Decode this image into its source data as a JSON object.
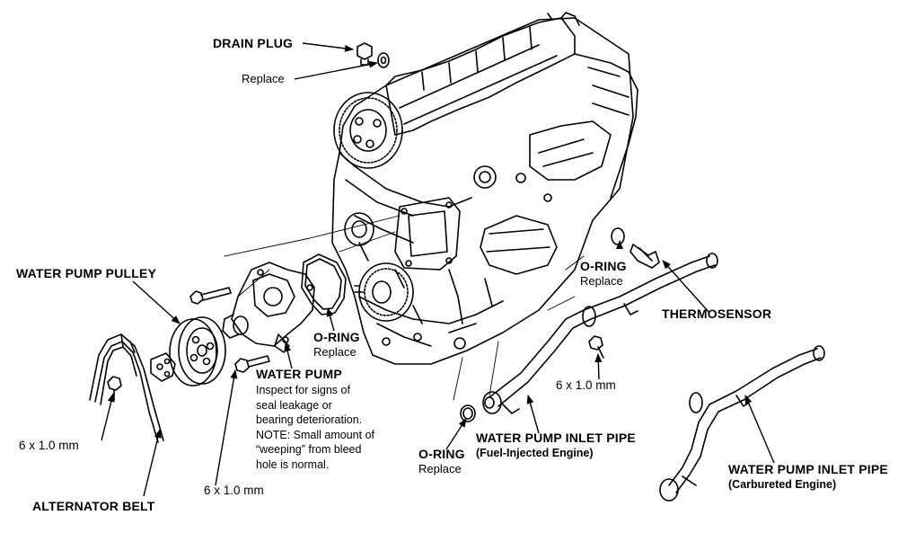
{
  "labels": {
    "drain_plug": "DRAIN PLUG",
    "drain_plug_replace": "Replace",
    "water_pump_pulley": "WATER PUMP PULLEY",
    "oring_top": "O-RING",
    "oring_top_replace": "Replace",
    "thermosensor": "THERMOSENSOR",
    "oring_mid": "O-RING",
    "oring_mid_replace": "Replace",
    "water_pump": "WATER PUMP",
    "water_pump_note": "Inspect for signs of\nseal leakage or\nbearing deterioration.\nNOTE: Small amount of\n“weeping” from bleed\nhole is normal.",
    "bolt_6x1_right": "6 x 1.0 mm",
    "bolt_6x1_left": "6 x 1.0 mm",
    "bolt_6x1_bottom": "6 x 1.0 mm",
    "oring_bottom": "O-RING",
    "oring_bottom_replace": "Replace",
    "inlet_pipe_fi": "WATER PUMP INLET PIPE",
    "inlet_pipe_fi_sub": "(Fuel-Injected Engine)",
    "inlet_pipe_carb": "WATER PUMP INLET PIPE",
    "inlet_pipe_carb_sub": "(Carbureted Engine)",
    "alternator_belt": "ALTERNATOR BELT"
  }
}
